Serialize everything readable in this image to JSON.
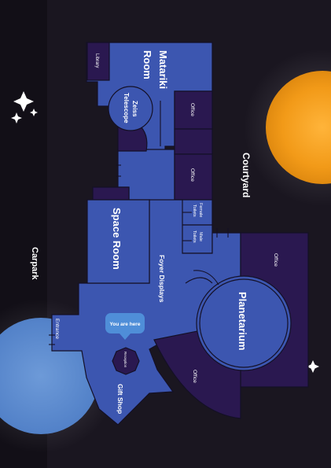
{
  "colors": {
    "background": "#1a1620",
    "floor": "#3c56b0",
    "room_dark": "#2a1850",
    "outline": "#141026",
    "text": "#ffffff",
    "sun": "#f9a825",
    "moon": "#5f8fd0",
    "you_are_here": "#4f8ed8"
  },
  "labels": {
    "matariki_line1": "Matariki",
    "matariki_line2": "Room",
    "library": "Library",
    "zeiss_line1": "Zeiss",
    "zeiss_line2": "Telescope",
    "office_top": "Office",
    "office_mid": "Office",
    "courtyard": "Courtyard",
    "female_toilets_line1": "Female",
    "female_toilets_line2": "Toilets",
    "male_toilets_line1": "Male",
    "male_toilets_line2": "Toilets",
    "space_room": "Space Room",
    "foyer_displays": "Foyer Displays",
    "office_right": "Office",
    "planetarium": "Planetarium",
    "carpark": "Carpark",
    "entrance": "Entrance",
    "you_are_here": "You are here",
    "reception": "Reception",
    "office_bottom": "Office",
    "gift_shop": "Gift Shop"
  },
  "icons": [
    "sparkle-icon",
    "sun-icon",
    "moon-icon",
    "you-are-here-icon"
  ]
}
